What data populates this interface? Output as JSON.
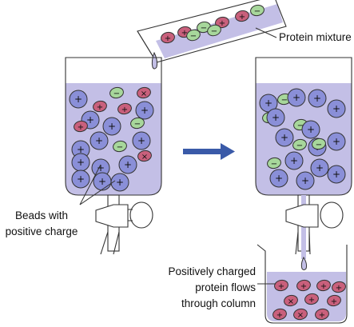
{
  "labels": {
    "protein_mixture": "Protein mixture",
    "beads_line1": "Beads  with",
    "beads_line2": "positive charge",
    "flow_line1": "Positively charged",
    "flow_line2": "protein flows",
    "flow_line3": "through column"
  },
  "colors": {
    "liquid": "#c3bfe6",
    "bead_blue": "#8a8fd8",
    "protein_red": "#c9607c",
    "protein_green": "#a7d79b",
    "outline": "#333333",
    "arrow": "#3a5aa8"
  },
  "particles": {
    "tube": [
      {
        "k": "r",
        "s": "+"
      },
      {
        "k": "r",
        "s": "+"
      },
      {
        "k": "g",
        "s": "−"
      },
      {
        "k": "r",
        "s": "+"
      },
      {
        "k": "r",
        "s": "+"
      },
      {
        "k": "g",
        "s": "−"
      },
      {
        "k": "g",
        "s": "−"
      },
      {
        "k": "g",
        "s": "−"
      }
    ],
    "left_column": [
      {
        "k": "b",
        "s": "+"
      },
      {
        "k": "r",
        "s": "+"
      },
      {
        "k": "g",
        "s": "−"
      },
      {
        "k": "r",
        "s": "+"
      },
      {
        "k": "r",
        "s": "×"
      },
      {
        "k": "b",
        "s": "+"
      },
      {
        "k": "g",
        "s": "−"
      },
      {
        "k": "b",
        "s": "+"
      },
      {
        "k": "r",
        "s": "+"
      },
      {
        "k": "b",
        "s": "+"
      },
      {
        "k": "b",
        "s": "+"
      },
      {
        "k": "g",
        "s": "−"
      },
      {
        "k": "b",
        "s": "+"
      },
      {
        "k": "b",
        "s": "+"
      },
      {
        "k": "b",
        "s": "+"
      },
      {
        "k": "r",
        "s": "×"
      },
      {
        "k": "b",
        "s": "+"
      },
      {
        "k": "b",
        "s": "+"
      },
      {
        "k": "b",
        "s": "+"
      },
      {
        "k": "b",
        "s": "+"
      },
      {
        "k": "b",
        "s": "+"
      }
    ],
    "right_column": [
      {
        "k": "b",
        "s": "+"
      },
      {
        "k": "g",
        "s": "−"
      },
      {
        "k": "b",
        "s": "+"
      },
      {
        "k": "b",
        "s": "+"
      },
      {
        "k": "g",
        "s": "−"
      },
      {
        "k": "b",
        "s": "+"
      },
      {
        "k": "g",
        "s": "−"
      },
      {
        "k": "b",
        "s": "+"
      },
      {
        "k": "b",
        "s": "+"
      },
      {
        "k": "b",
        "s": "+"
      },
      {
        "k": "b",
        "s": "+"
      },
      {
        "k": "g",
        "s": "−"
      },
      {
        "k": "b",
        "s": "+"
      },
      {
        "k": "g",
        "s": "−"
      },
      {
        "k": "b",
        "s": "+"
      },
      {
        "k": "g",
        "s": "−"
      },
      {
        "k": "b",
        "s": "+"
      },
      {
        "k": "b",
        "s": "+"
      },
      {
        "k": "b",
        "s": "+"
      },
      {
        "k": "b",
        "s": "+"
      }
    ],
    "beaker": [
      {
        "k": "r",
        "s": "+"
      },
      {
        "k": "r",
        "s": "+"
      },
      {
        "k": "r",
        "s": "+"
      },
      {
        "k": "r",
        "s": "×"
      },
      {
        "k": "r",
        "s": "+"
      },
      {
        "k": "r",
        "s": "+"
      },
      {
        "k": "r",
        "s": "+"
      },
      {
        "k": "r",
        "s": "×"
      },
      {
        "k": "r",
        "s": "+"
      },
      {
        "k": "r",
        "s": "+"
      }
    ]
  }
}
